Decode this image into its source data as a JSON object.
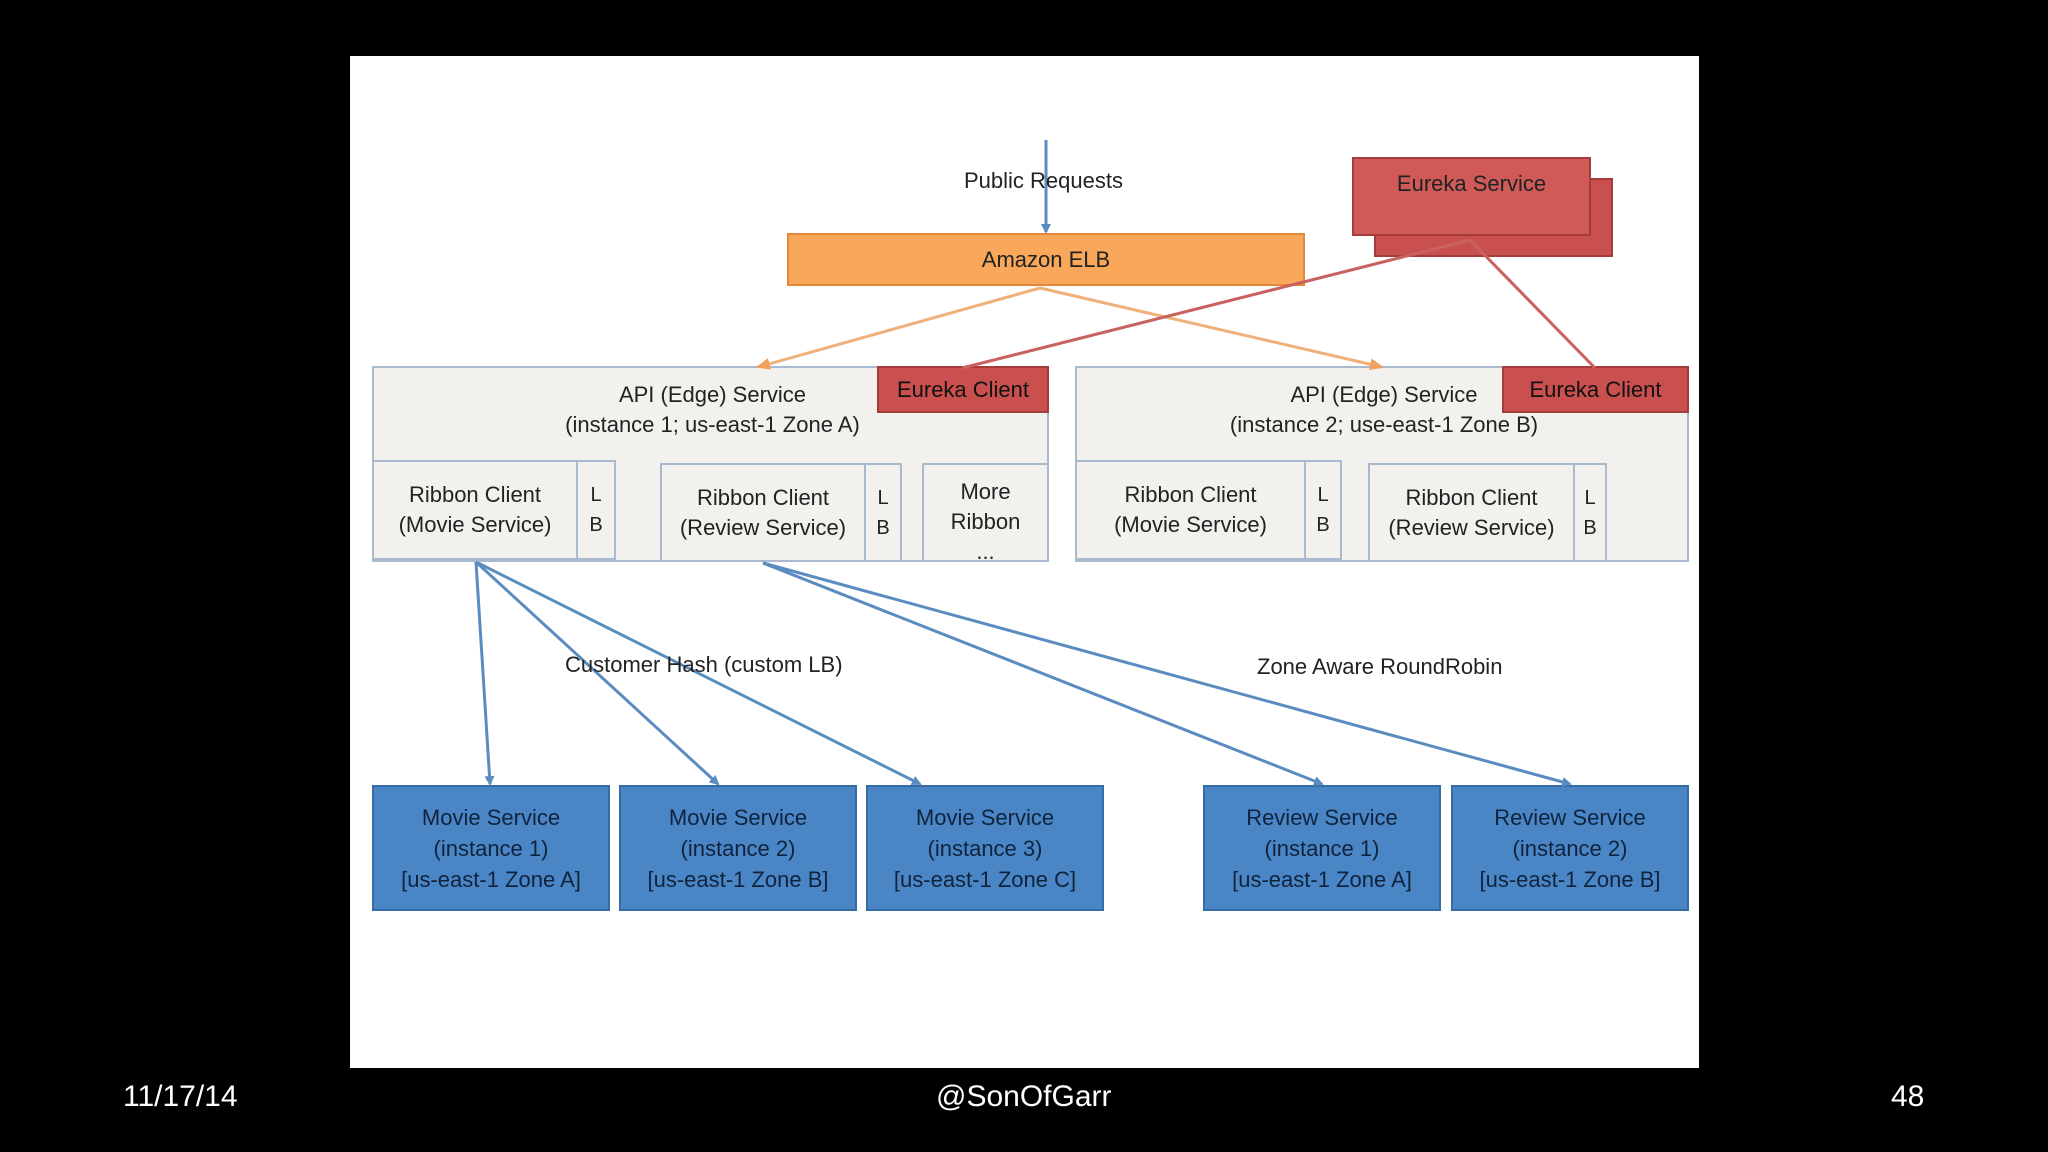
{
  "diagram": {
    "public_requests": "Public Requests",
    "amazon_elb": "Amazon ELB",
    "eureka_service": "Eureka Service",
    "api_a": {
      "title": "API (Edge) Service\n(instance 1; us-east-1 Zone A)",
      "eureka_client": "Eureka Client",
      "ribbon_movie": "Ribbon Client\n(Movie Service)",
      "ribbon_review": "Ribbon Client\n(Review Service)",
      "lb": "L\nB",
      "more_ribbon": "More\nRibbon\n..."
    },
    "api_b": {
      "title": "API (Edge) Service\n(instance 2; use-east-1 Zone B)",
      "eureka_client": "Eureka Client",
      "ribbon_movie": "Ribbon Client\n(Movie Service)",
      "ribbon_review": "Ribbon Client\n(Review Service)",
      "lb": "L\nB"
    },
    "customer_hash_label": "Customer Hash (custom LB)",
    "zone_aware_label": "Zone Aware RoundRobin",
    "services": [
      "Movie Service\n(instance 1)\n[us-east-1 Zone A]",
      "Movie Service\n(instance 2)\n[us-east-1 Zone B]",
      "Movie Service\n(instance 3)\n[us-east-1 Zone C]",
      "Review Service\n(instance 1)\n[us-east-1 Zone A]",
      "Review Service\n(instance 2)\n[us-east-1 Zone B]"
    ],
    "colors": {
      "elb": "#f9a75a",
      "eureka": "#c9504f",
      "service": "#4a86c6",
      "api_bg": "#f2f1ee"
    }
  },
  "footer": {
    "date": "11/17/14",
    "handle": "@SonOfGarr",
    "page": "48"
  }
}
